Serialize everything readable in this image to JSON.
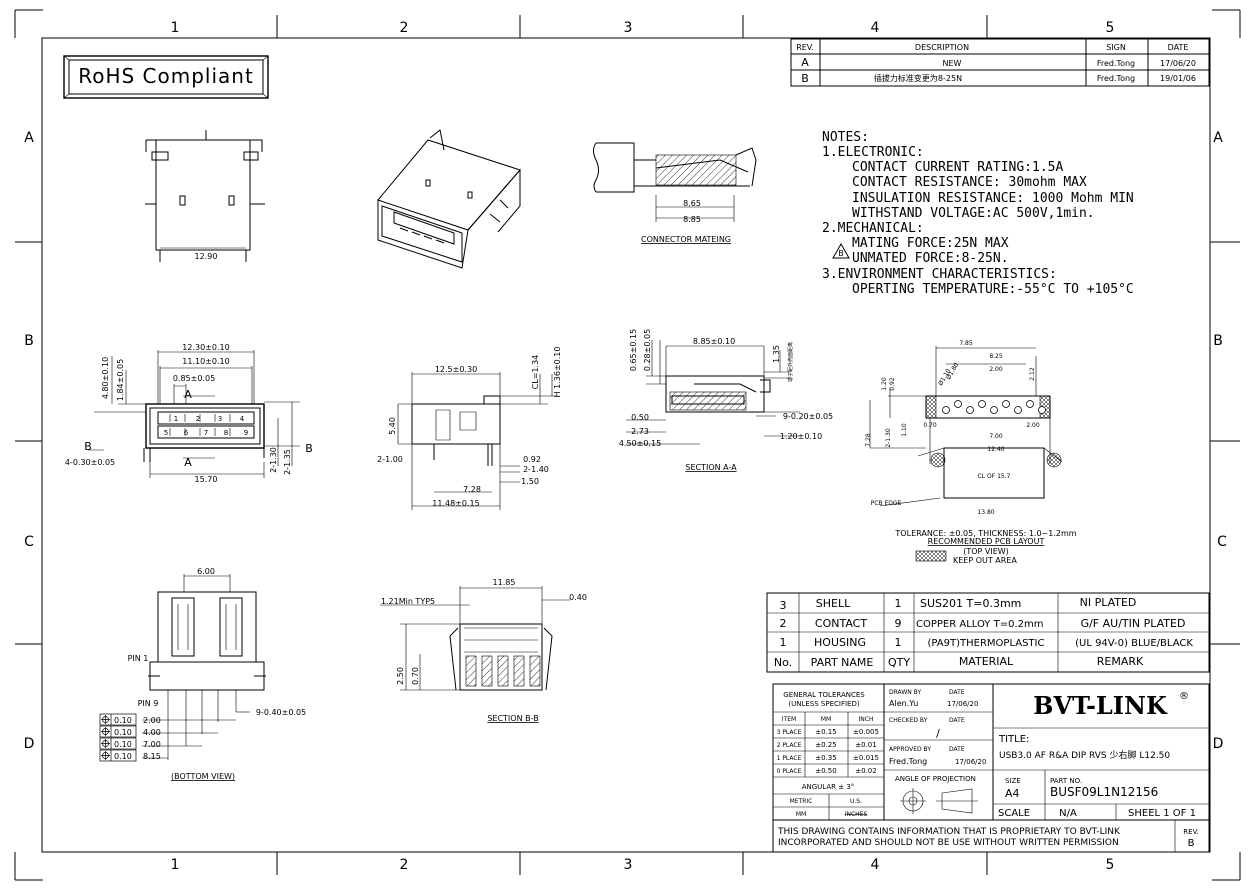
{
  "zones": {
    "columns": [
      "1",
      "2",
      "3",
      "4",
      "5"
    ],
    "rows": [
      "A",
      "B",
      "C",
      "D"
    ]
  },
  "rohs_label": "RoHS Compliant",
  "revisions": {
    "headers": {
      "rev": "REV.",
      "description": "DESCRIPTION",
      "sign": "SIGN",
      "date": "DATE"
    },
    "rows": [
      {
        "rev": "A",
        "description": "NEW",
        "sign": "Fred.Tong",
        "date": "17/06/20"
      },
      {
        "rev": "B",
        "description": "插拔力标准变更为8-25N",
        "sign": "Fred.Tong",
        "date": "19/01/06"
      }
    ]
  },
  "notes": {
    "title": "NOTES:",
    "electronic": {
      "heading": "1.ELECTRONIC:",
      "lines": [
        "CONTACT CURRENT RATING:1.5A",
        "CONTACT RESISTANCE: 30mohm MAX",
        "INSULATION RESISTANCE: 1000 Mohm MIN",
        "WITHSTAND VOLTAGE:AC 500V,1min."
      ]
    },
    "mechanical": {
      "heading": "2.MECHANICAL:",
      "lines": [
        "MATING FORCE:25N MAX",
        "UNMATED FORCE:8-25N."
      ],
      "rev_marker": "B"
    },
    "environment": {
      "heading": "3.ENVIRONMENT CHARACTERISTICS:",
      "lines": [
        "OPERTING TEMPERATURE:-55°C TO +105°C"
      ]
    }
  },
  "views": {
    "top": {
      "width_dim": "12.90"
    },
    "connector_mating": {
      "caption": "CONNECTOR MATEING",
      "dim1": "8.65",
      "dim2": "8.85"
    },
    "front": {
      "dims": [
        "12.30±0.10",
        "11.10±0.10",
        "0.85±0.05",
        "4.80±0.10",
        "1.84±0.05",
        "4-0.30±0.05",
        "15.70",
        "2-1.30",
        "2-1.35"
      ],
      "section_marks": [
        "A",
        "A",
        "B",
        "B"
      ],
      "pins": [
        "1",
        "2",
        "3",
        "4",
        "5",
        "6",
        "7",
        "8",
        "9"
      ]
    },
    "side": {
      "dims": [
        "12.5±0.30",
        "5.40",
        "2-1.00",
        "0.92",
        "2-1.40",
        "1.50",
        "7.28",
        "11.48±0.15",
        "CL=1.34",
        "H 1.36±0.10"
      ]
    },
    "section_aa": {
      "caption": "SECTION A-A",
      "dims": [
        "8.85±0.10",
        "0.65±0.15",
        "0.28±0.05",
        "1.35",
        "0.50",
        "2.73",
        "4.50±0.15",
        "9-0.20±0.05",
        "1.20±0.10"
      ],
      "small_note": "端子距外壳面距离"
    },
    "pcb_layout": {
      "dims": [
        "7.85",
        "8.25",
        "2.00",
        "2.12",
        "1.20",
        "0.92",
        "0.70",
        "2.00",
        "7.00",
        "12.40",
        "7.28",
        "2-1.30",
        "1.10",
        "13.80",
        "CL OF 15.7",
        "Ø1.10",
        "Ø1.80"
      ],
      "pcb_edge_label": "PCB EDGE",
      "tolerance": "TOLERANCE: ±0.05, THICKNESS: 1.0~1.2mm",
      "caption": "RECOMMENDED PCB LAYOUT",
      "top_view": "(TOP VIEW)",
      "keep_out": "KEEP OUT AREA"
    },
    "bottom": {
      "caption": "(BOTTOM VIEW)",
      "dims": [
        "6.00",
        "9-0.40±0.05"
      ],
      "pin_labels": [
        "PIN 1",
        "PIN 9"
      ],
      "position_tols": [
        {
          "tol": "0.10",
          "value": "2.00"
        },
        {
          "tol": "0.10",
          "value": "4.00"
        },
        {
          "tol": "0.10",
          "value": "7.00"
        },
        {
          "tol": "0.10",
          "value": "8.15"
        }
      ]
    },
    "section_bb": {
      "caption": "SECTION B-B",
      "dims": [
        "11.85",
        "1.21Min TYP5",
        "0.40",
        "2.50",
        "0.70"
      ]
    }
  },
  "bom": {
    "headers": {
      "no": "No.",
      "part_name": "PART NAME",
      "qty": "QTY",
      "material": "MATERIAL",
      "remark": "REMARK"
    },
    "rows": [
      {
        "no": "3",
        "part_name": "SHELL",
        "qty": "1",
        "material": "SUS201 T=0.3mm",
        "remark": "NI PLATED"
      },
      {
        "no": "2",
        "part_name": "CONTACT",
        "qty": "9",
        "material": "COPPER ALLOY T=0.2mm",
        "remark": "G/F AU/TIN PLATED"
      },
      {
        "no": "1",
        "part_name": "HOUSING",
        "qty": "1",
        "material": "(PA9T)THERMOPLASTIC",
        "remark": "(UL 94V-0) BLUE/BLACK"
      }
    ]
  },
  "title_block": {
    "tolerances": {
      "title": "GENERAL TOLERANCES",
      "subtitle": "(UNLESS SPECIFIED)",
      "headers": [
        "ITEM",
        "MM",
        "INCH"
      ],
      "rows": [
        [
          "3 PLACE",
          "±0.15",
          "±0.005"
        ],
        [
          "2 PLACE",
          "±0.25",
          "±0.01"
        ],
        [
          "1 PLACE",
          "±0.35",
          "±0.015"
        ],
        [
          "0 PLACE",
          "±0.50",
          "±0.02"
        ]
      ],
      "angular": "ANGULAR ± 3°",
      "metric": "METRIC",
      "us": "U.S.",
      "mm": "MM",
      "inches": "INCHES"
    },
    "drawn_by_label": "DRAWN BY",
    "drawn_by": "Alen.Yu",
    "checked_by_label": "CHECKED BY",
    "checked_by": "/",
    "approved_by_label": "APPROVED BY",
    "approved_by": "Fred.Tong",
    "date_label": "DATE",
    "drawn_date": "17/06/20",
    "approved_date": "17/06/20",
    "angle_label": "ANGLE OF PROJECTION",
    "company": "BVT-LINK",
    "registered": "®",
    "title_label": "TITLE:",
    "title_value": "USB3.0 AF R&A DIP RVS 少右脚 L12.50",
    "size_label": "SIZE",
    "size": "A4",
    "part_no_label": "PART NO.",
    "part_no": "BUSF09L1N12156",
    "scale_label": "SCALE",
    "scale": "N/A",
    "sheet": "SHEEL 1 OF 1",
    "proprietary_line1": "THIS DRAWING CONTAINS INFORMATION THAT IS PROPRIETARY TO BVT-LINK",
    "proprietary_line2": "INCORPORATED AND SHOULD NOT BE USE WITHOUT WRITTEN PERMISSION",
    "rev_label": "REV.",
    "rev": "B"
  }
}
